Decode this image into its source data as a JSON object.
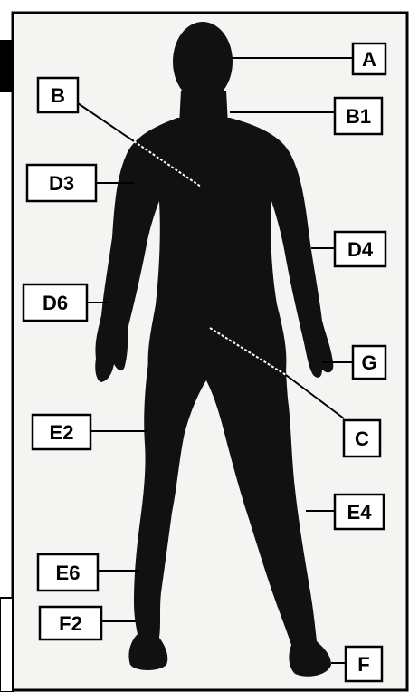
{
  "colors": {
    "figure": "#111111",
    "ink": "#000000",
    "paper": "#f4f4f2"
  },
  "labels": {
    "A": "A",
    "B": "B",
    "B1": "B1",
    "D3": "D3",
    "D4": "D4",
    "D6": "D6",
    "G": "G",
    "E2": "E2",
    "C": "C",
    "E4": "E4",
    "E6": "E6",
    "F2": "F2",
    "F": "F"
  }
}
